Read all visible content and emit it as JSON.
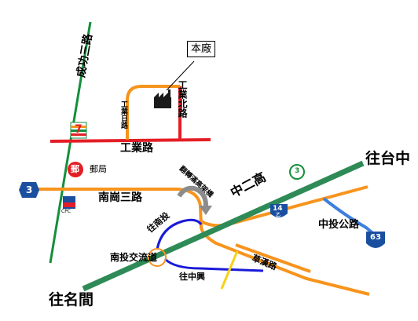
{
  "labels": {
    "factory": "本廠",
    "chenggong_rd": "成功三路",
    "gongye_rd": "工業路",
    "gongye_n_rd": "工業北路",
    "gongye_small_rd": "工業日路",
    "nangang_rd": "南崗三路",
    "post_office": "郵局",
    "post_symbol": "郵",
    "zhonger_gao": "中二高",
    "to_taichung": "往台中",
    "to_mingjian": "往名間",
    "to_nantou": "往南投",
    "to_zhongxing": "往中興",
    "nantou_interchange": "南投交流道",
    "caotun_rd": "草漢路",
    "zhongtou_rd": "中投公路",
    "nantou_mansion_sign": "翻轉滿高架橋",
    "route3": "3",
    "route14": "14",
    "route14_sub": "乙",
    "route63": "63",
    "cpc_brand": "CPC",
    "seven_eleven": "7"
  },
  "colors": {
    "orange_road": "#f7941d",
    "red_road": "#e41e26",
    "green_road": "#148f3b",
    "highway": "#2e8b57",
    "blue_road": "#1a1ad9",
    "light_blue_road": "#3d7fe0",
    "yellow_road": "#f7d117",
    "gray_arrow": "#8c8c8c"
  }
}
